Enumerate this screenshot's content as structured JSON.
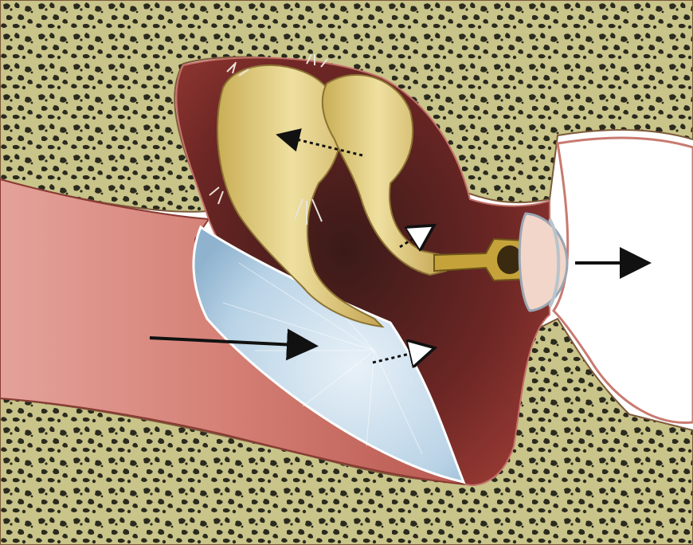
{
  "figure": {
    "subject": "middle-ear-anatomy-illustration",
    "labels": [],
    "colors": {
      "background": "#ffffff",
      "bone_fill": "#c9c48a",
      "bone_pore": "#2a2a1e",
      "canal_mucosa": "#d98a82",
      "canal_mucosa_dark": "#b8584f",
      "cavity_mucosa": "#7a2a28",
      "tympanic_membrane": "#b9d3e6",
      "ossicle": "#e3cf82",
      "ossicle_shadow": "#b99d48",
      "stapes": "#c6a33a",
      "arrow": "#111111"
    },
    "elements": [
      "temporal-bone-top",
      "temporal-bone-bottom",
      "external-auditory-canal",
      "tympanic-cavity",
      "tympanic-membrane",
      "malleus",
      "incus",
      "stapes",
      "oval-window",
      "inner-ear-space",
      "sound-direction-arrows"
    ]
  }
}
